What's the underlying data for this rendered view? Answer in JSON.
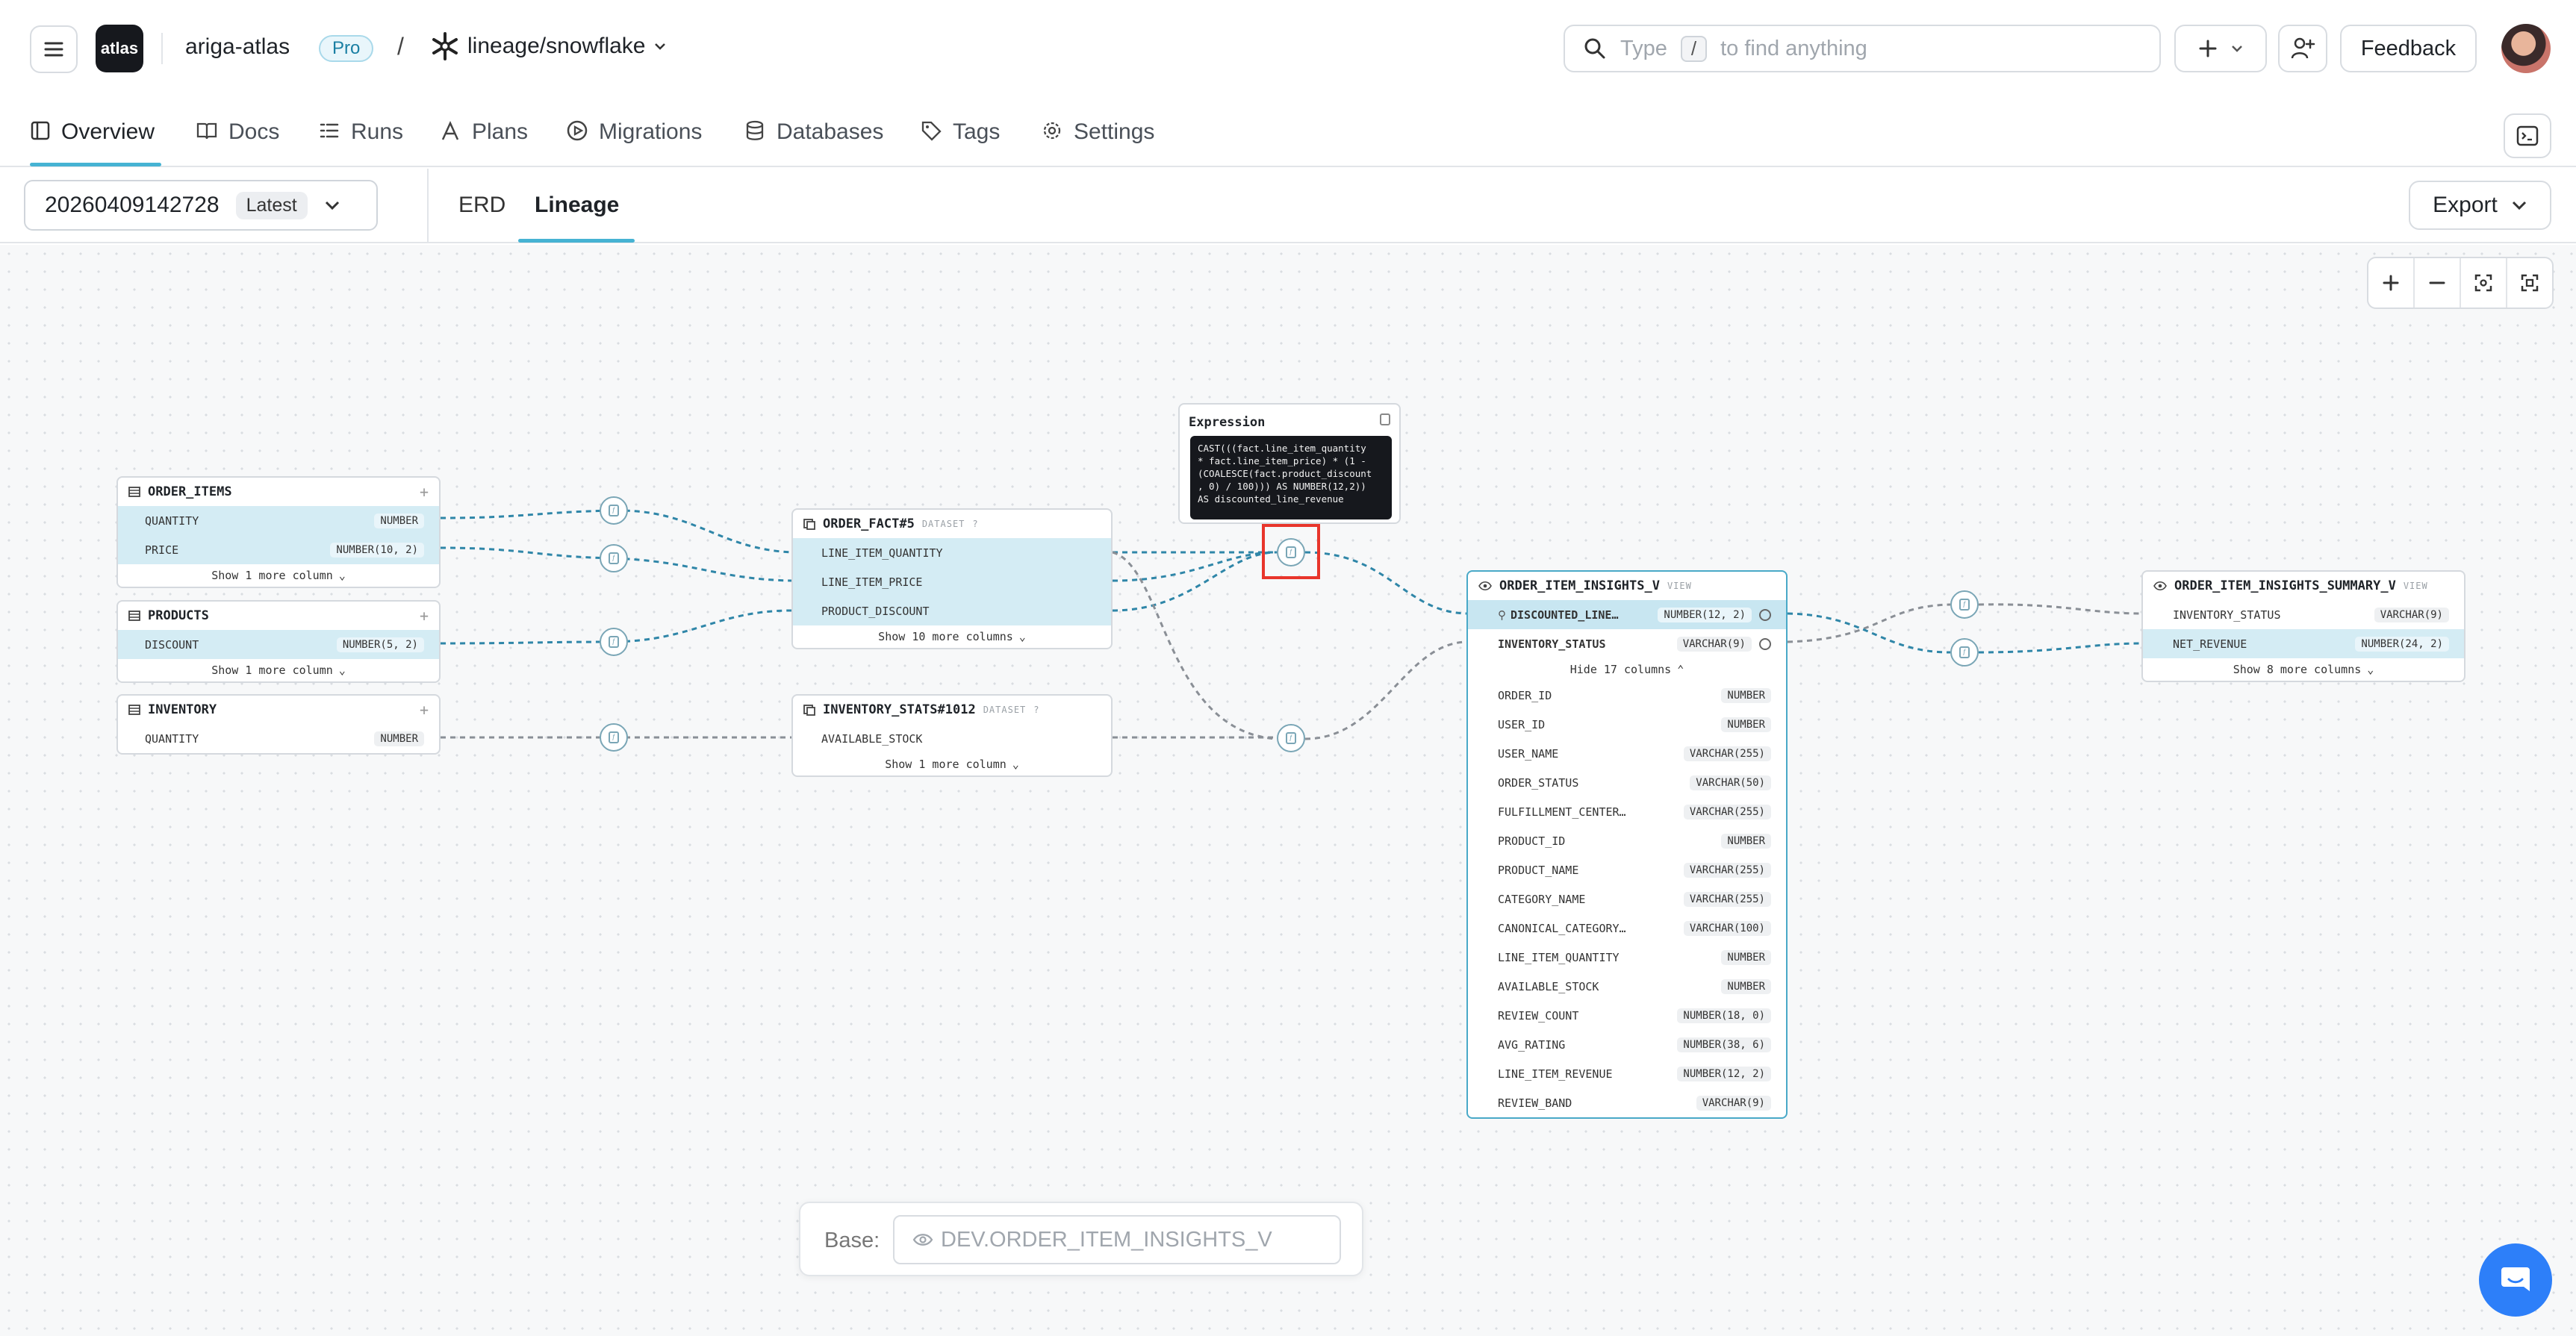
{
  "header": {
    "logo_text": "atlas",
    "org_name": "ariga-atlas",
    "plan_badge": "Pro",
    "separator": "/",
    "project_name": "lineage/snowflake",
    "search_placeholder_prefix": "Type",
    "search_key": "/",
    "search_placeholder_suffix": "to find anything",
    "feedback_label": "Feedback"
  },
  "nav": {
    "items": [
      {
        "label": "Overview",
        "icon": "overview-icon"
      },
      {
        "label": "Docs",
        "icon": "book-icon"
      },
      {
        "label": "Runs",
        "icon": "list-icon"
      },
      {
        "label": "Plans",
        "icon": "plans-icon"
      },
      {
        "label": "Migrations",
        "icon": "play-icon"
      },
      {
        "label": "Databases",
        "icon": "database-icon"
      },
      {
        "label": "Tags",
        "icon": "tag-icon"
      },
      {
        "label": "Settings",
        "icon": "gear-icon"
      }
    ],
    "active": "Overview"
  },
  "subbar": {
    "version": "20260409142728",
    "version_badge": "Latest",
    "tabs": [
      "ERD",
      "Lineage"
    ],
    "active_tab": "Lineage",
    "export_label": "Export"
  },
  "nodes": {
    "order_items": {
      "title": "ORDER_ITEMS",
      "columns": [
        {
          "name": "QUANTITY",
          "type": "NUMBER"
        },
        {
          "name": "PRICE",
          "type": "NUMBER(10, 2)"
        }
      ],
      "more": "Show 1 more column"
    },
    "products": {
      "title": "PRODUCTS",
      "columns": [
        {
          "name": "DISCOUNT",
          "type": "NUMBER(5, 2)"
        }
      ],
      "more": "Show 1 more column"
    },
    "inventory": {
      "title": "INVENTORY",
      "columns": [
        {
          "name": "QUANTITY",
          "type": "NUMBER"
        }
      ]
    },
    "order_fact": {
      "title": "ORDER_FACT#5",
      "tag": "DATASET",
      "columns": [
        {
          "name": "LINE_ITEM_QUANTITY"
        },
        {
          "name": "LINE_ITEM_PRICE"
        },
        {
          "name": "PRODUCT_DISCOUNT"
        }
      ],
      "more": "Show 10 more columns"
    },
    "inventory_stats": {
      "title": "INVENTORY_STATS#1012",
      "tag": "DATASET",
      "columns": [
        {
          "name": "AVAILABLE_STOCK"
        }
      ],
      "more": "Show 1 more column"
    },
    "insights": {
      "title": "ORDER_ITEM_INSIGHTS_V",
      "tag": "VIEW",
      "selected": {
        "name": "DISCOUNTED_LINE…",
        "type": "NUMBER(12, 2)"
      },
      "top_columns": [
        {
          "name": "INVENTORY_STATUS",
          "type": "VARCHAR(9)"
        }
      ],
      "hide": "Hide 17 columns",
      "columns": [
        {
          "name": "ORDER_ID",
          "type": "NUMBER"
        },
        {
          "name": "USER_ID",
          "type": "NUMBER"
        },
        {
          "name": "USER_NAME",
          "type": "VARCHAR(255)"
        },
        {
          "name": "ORDER_STATUS",
          "type": "VARCHAR(50)"
        },
        {
          "name": "FULFILLMENT_CENTER…",
          "type": "VARCHAR(255)"
        },
        {
          "name": "PRODUCT_ID",
          "type": "NUMBER"
        },
        {
          "name": "PRODUCT_NAME",
          "type": "VARCHAR(255)"
        },
        {
          "name": "CATEGORY_NAME",
          "type": "VARCHAR(255)"
        },
        {
          "name": "CANONICAL_CATEGORY…",
          "type": "VARCHAR(100)"
        },
        {
          "name": "LINE_ITEM_QUANTITY",
          "type": "NUMBER"
        },
        {
          "name": "AVAILABLE_STOCK",
          "type": "NUMBER"
        },
        {
          "name": "REVIEW_COUNT",
          "type": "NUMBER(18, 0)"
        },
        {
          "name": "AVG_RATING",
          "type": "NUMBER(38, 6)"
        },
        {
          "name": "LINE_ITEM_REVENUE",
          "type": "NUMBER(12, 2)"
        },
        {
          "name": "REVIEW_BAND",
          "type": "VARCHAR(9)"
        }
      ]
    },
    "summary": {
      "title": "ORDER_ITEM_INSIGHTS_SUMMARY_V",
      "tag": "VIEW",
      "columns": [
        {
          "name": "INVENTORY_STATUS",
          "type": "VARCHAR(9)"
        },
        {
          "name": "NET_REVENUE",
          "type": "NUMBER(24, 2)"
        }
      ],
      "more": "Show 8 more columns"
    }
  },
  "expression": {
    "title": "Expression",
    "code": "CAST(((fact.line_item_quantity\n* fact.line_item_price) * (1 -\n(COALESCE(fact.product_discount\n, 0) / 100))) AS NUMBER(12,2))\nAS discounted_line_revenue"
  },
  "base": {
    "label": "Base:",
    "value": "DEV.ORDER_ITEM_INSIGHTS_V"
  },
  "colors": {
    "accent": "#46b3d3",
    "highlight_row": "#d4ecf4",
    "edge_active": "#2f86a8",
    "edge_inactive": "#8a8f96",
    "focus_box": "#e8352b"
  }
}
